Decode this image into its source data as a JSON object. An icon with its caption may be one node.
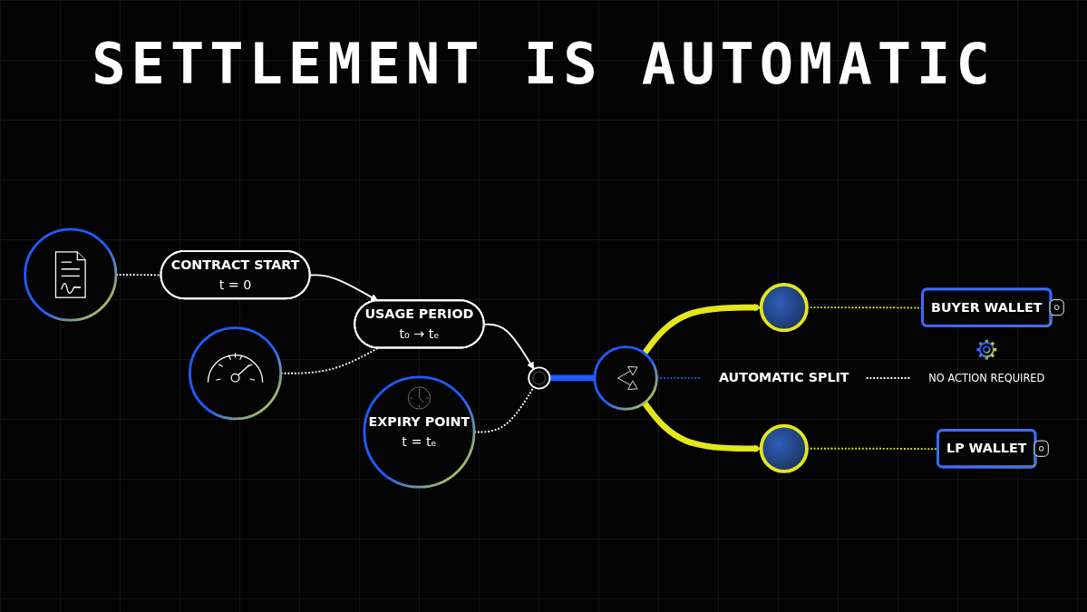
{
  "diagram": {
    "title": "SETTLEMENT IS AUTOMATIC",
    "nodes": [
      {
        "text": [],
        "shape": "circle"
      },
      {
        "text": [
          "CONTRACT START",
          "t = 0"
        ]
      },
      {
        "text": [],
        "shape": "circle"
      },
      {
        "text": [
          "USAGE PERIOD",
          "t₀ → tₑ"
        ]
      },
      {
        "text": [
          "EXPIRY POINT",
          "t = tₑ"
        ]
      },
      {
        "text": [],
        "shape": "circle"
      },
      {
        "text": [],
        "shape": "circle"
      },
      {
        "text": [
          "AUTOMATIC SPLIT"
        ]
      },
      {
        "text": [
          "NO ACTION REQUIRED"
        ]
      },
      {
        "text": [],
        "shape": "circle"
      },
      {
        "text": [
          "BUYER WALLET"
        ]
      },
      {
        "text": [],
        "shape": "circle"
      },
      {
        "text": [
          "LP WALLET"
        ]
      }
    ],
    "edges": [
      {
        "from": 0,
        "to": 1,
        "arrow": "none",
        "style": "dashed"
      },
      {
        "from": 1,
        "to": 3,
        "arrow": "to"
      },
      {
        "from": 2,
        "to": 3,
        "arrow": "none",
        "style": "dashed"
      },
      {
        "from": 3,
        "to": 5,
        "arrow": "to"
      },
      {
        "from": 4,
        "to": 5,
        "arrow": "none",
        "style": "dashed"
      },
      {
        "from": 5,
        "to": 6,
        "arrow": "none",
        "style": "thick",
        "color": "#1f5cff"
      },
      {
        "from": 6,
        "to": 9,
        "arrow": "to",
        "style": "thick",
        "color": "#e3e61c"
      },
      {
        "from": 6,
        "to": 7,
        "arrow": "none",
        "style": "dashed",
        "color": "#2456d6"
      },
      {
        "from": 6,
        "to": 11,
        "arrow": "to",
        "style": "thick",
        "color": "#e3e61c"
      },
      {
        "from": 7,
        "to": 8,
        "arrow": "none",
        "style": "dashed"
      },
      {
        "from": 9,
        "to": 10,
        "arrow": "none",
        "style": "dashed",
        "color": "#e3e61c"
      },
      {
        "from": 11,
        "to": 12,
        "arrow": "none",
        "style": "dashed",
        "color": "#e3e61c"
      }
    ]
  }
}
